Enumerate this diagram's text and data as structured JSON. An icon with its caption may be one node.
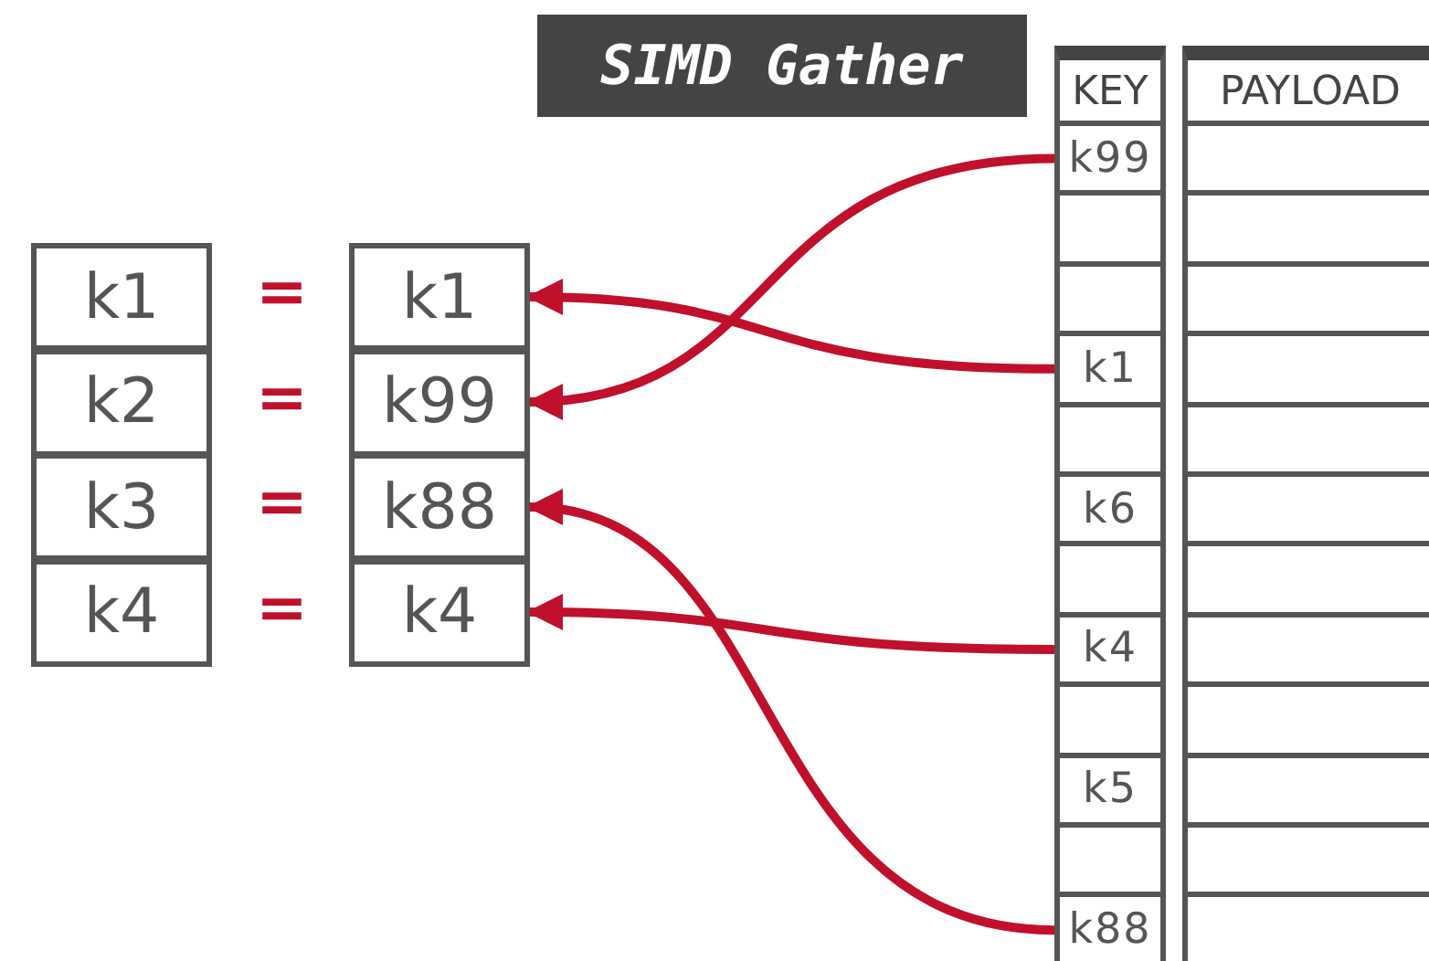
{
  "diagram": {
    "nodes": [
      {
        "text": [
          "k1"
        ]
      },
      {
        "text": [
          "k2"
        ]
      },
      {
        "text": [
          "k3"
        ]
      },
      {
        "text": [
          "k4"
        ]
      },
      {
        "text": [
          "k1"
        ]
      },
      {
        "text": [
          "k99"
        ]
      },
      {
        "text": [
          "k88"
        ]
      },
      {
        "text": [
          "k4"
        ]
      },
      {
        "text": [
          "SIMD Gather"
        ]
      },
      {
        "text": [
          "KEY"
        ]
      },
      {
        "text": [
          "PAYLOAD"
        ]
      },
      {
        "text": [
          "k99"
        ]
      },
      {
        "text": [],
        "shape": "box"
      },
      {
        "text": [],
        "shape": "box"
      },
      {
        "text": [
          "k1"
        ]
      },
      {
        "text": [],
        "shape": "box"
      },
      {
        "text": [
          "k6"
        ]
      },
      {
        "text": [],
        "shape": "box"
      },
      {
        "text": [
          "k4"
        ]
      },
      {
        "text": [],
        "shape": "box"
      },
      {
        "text": [
          "k5"
        ]
      },
      {
        "text": [],
        "shape": "box"
      },
      {
        "text": [
          "k88"
        ]
      },
      {
        "text": [],
        "shape": "box"
      },
      {
        "text": [],
        "shape": "box"
      },
      {
        "text": [],
        "shape": "box"
      },
      {
        "text": [],
        "shape": "box"
      },
      {
        "text": [],
        "shape": "box"
      },
      {
        "text": [],
        "shape": "box"
      },
      {
        "text": [],
        "shape": "box"
      },
      {
        "text": [],
        "shape": "box"
      },
      {
        "text": [],
        "shape": "box"
      },
      {
        "text": [],
        "shape": "box"
      },
      {
        "text": [],
        "shape": "box"
      },
      {
        "text": [],
        "shape": "box"
      }
    ],
    "edges": [
      {
        "from": 11,
        "to": 5,
        "arrow": "to"
      },
      {
        "from": 14,
        "to": 4,
        "arrow": "to"
      },
      {
        "from": 18,
        "to": 7,
        "arrow": "to"
      },
      {
        "from": 22,
        "to": 6,
        "arrow": "to"
      }
    ],
    "labels": [
      "=",
      "=",
      "=",
      "="
    ]
  }
}
